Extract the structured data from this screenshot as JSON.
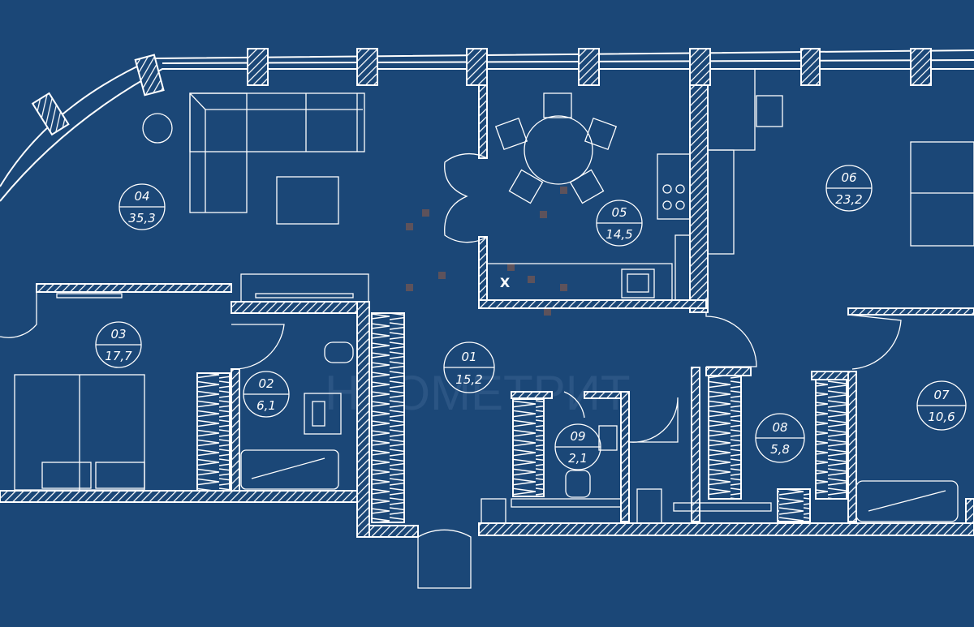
{
  "plan": {
    "background_color": "#1b4777",
    "line_color": "#ffffff",
    "kitchen_marker": "X",
    "rooms": [
      {
        "number": "01",
        "area": "15,2"
      },
      {
        "number": "02",
        "area": "6,1"
      },
      {
        "number": "03",
        "area": "17,7"
      },
      {
        "number": "04",
        "area": "35,3"
      },
      {
        "number": "05",
        "area": "14,5"
      },
      {
        "number": "06",
        "area": "23,2"
      },
      {
        "number": "07",
        "area": "10,6"
      },
      {
        "number": "08",
        "area": "5,8"
      },
      {
        "number": "09",
        "area": "2,1"
      }
    ]
  }
}
